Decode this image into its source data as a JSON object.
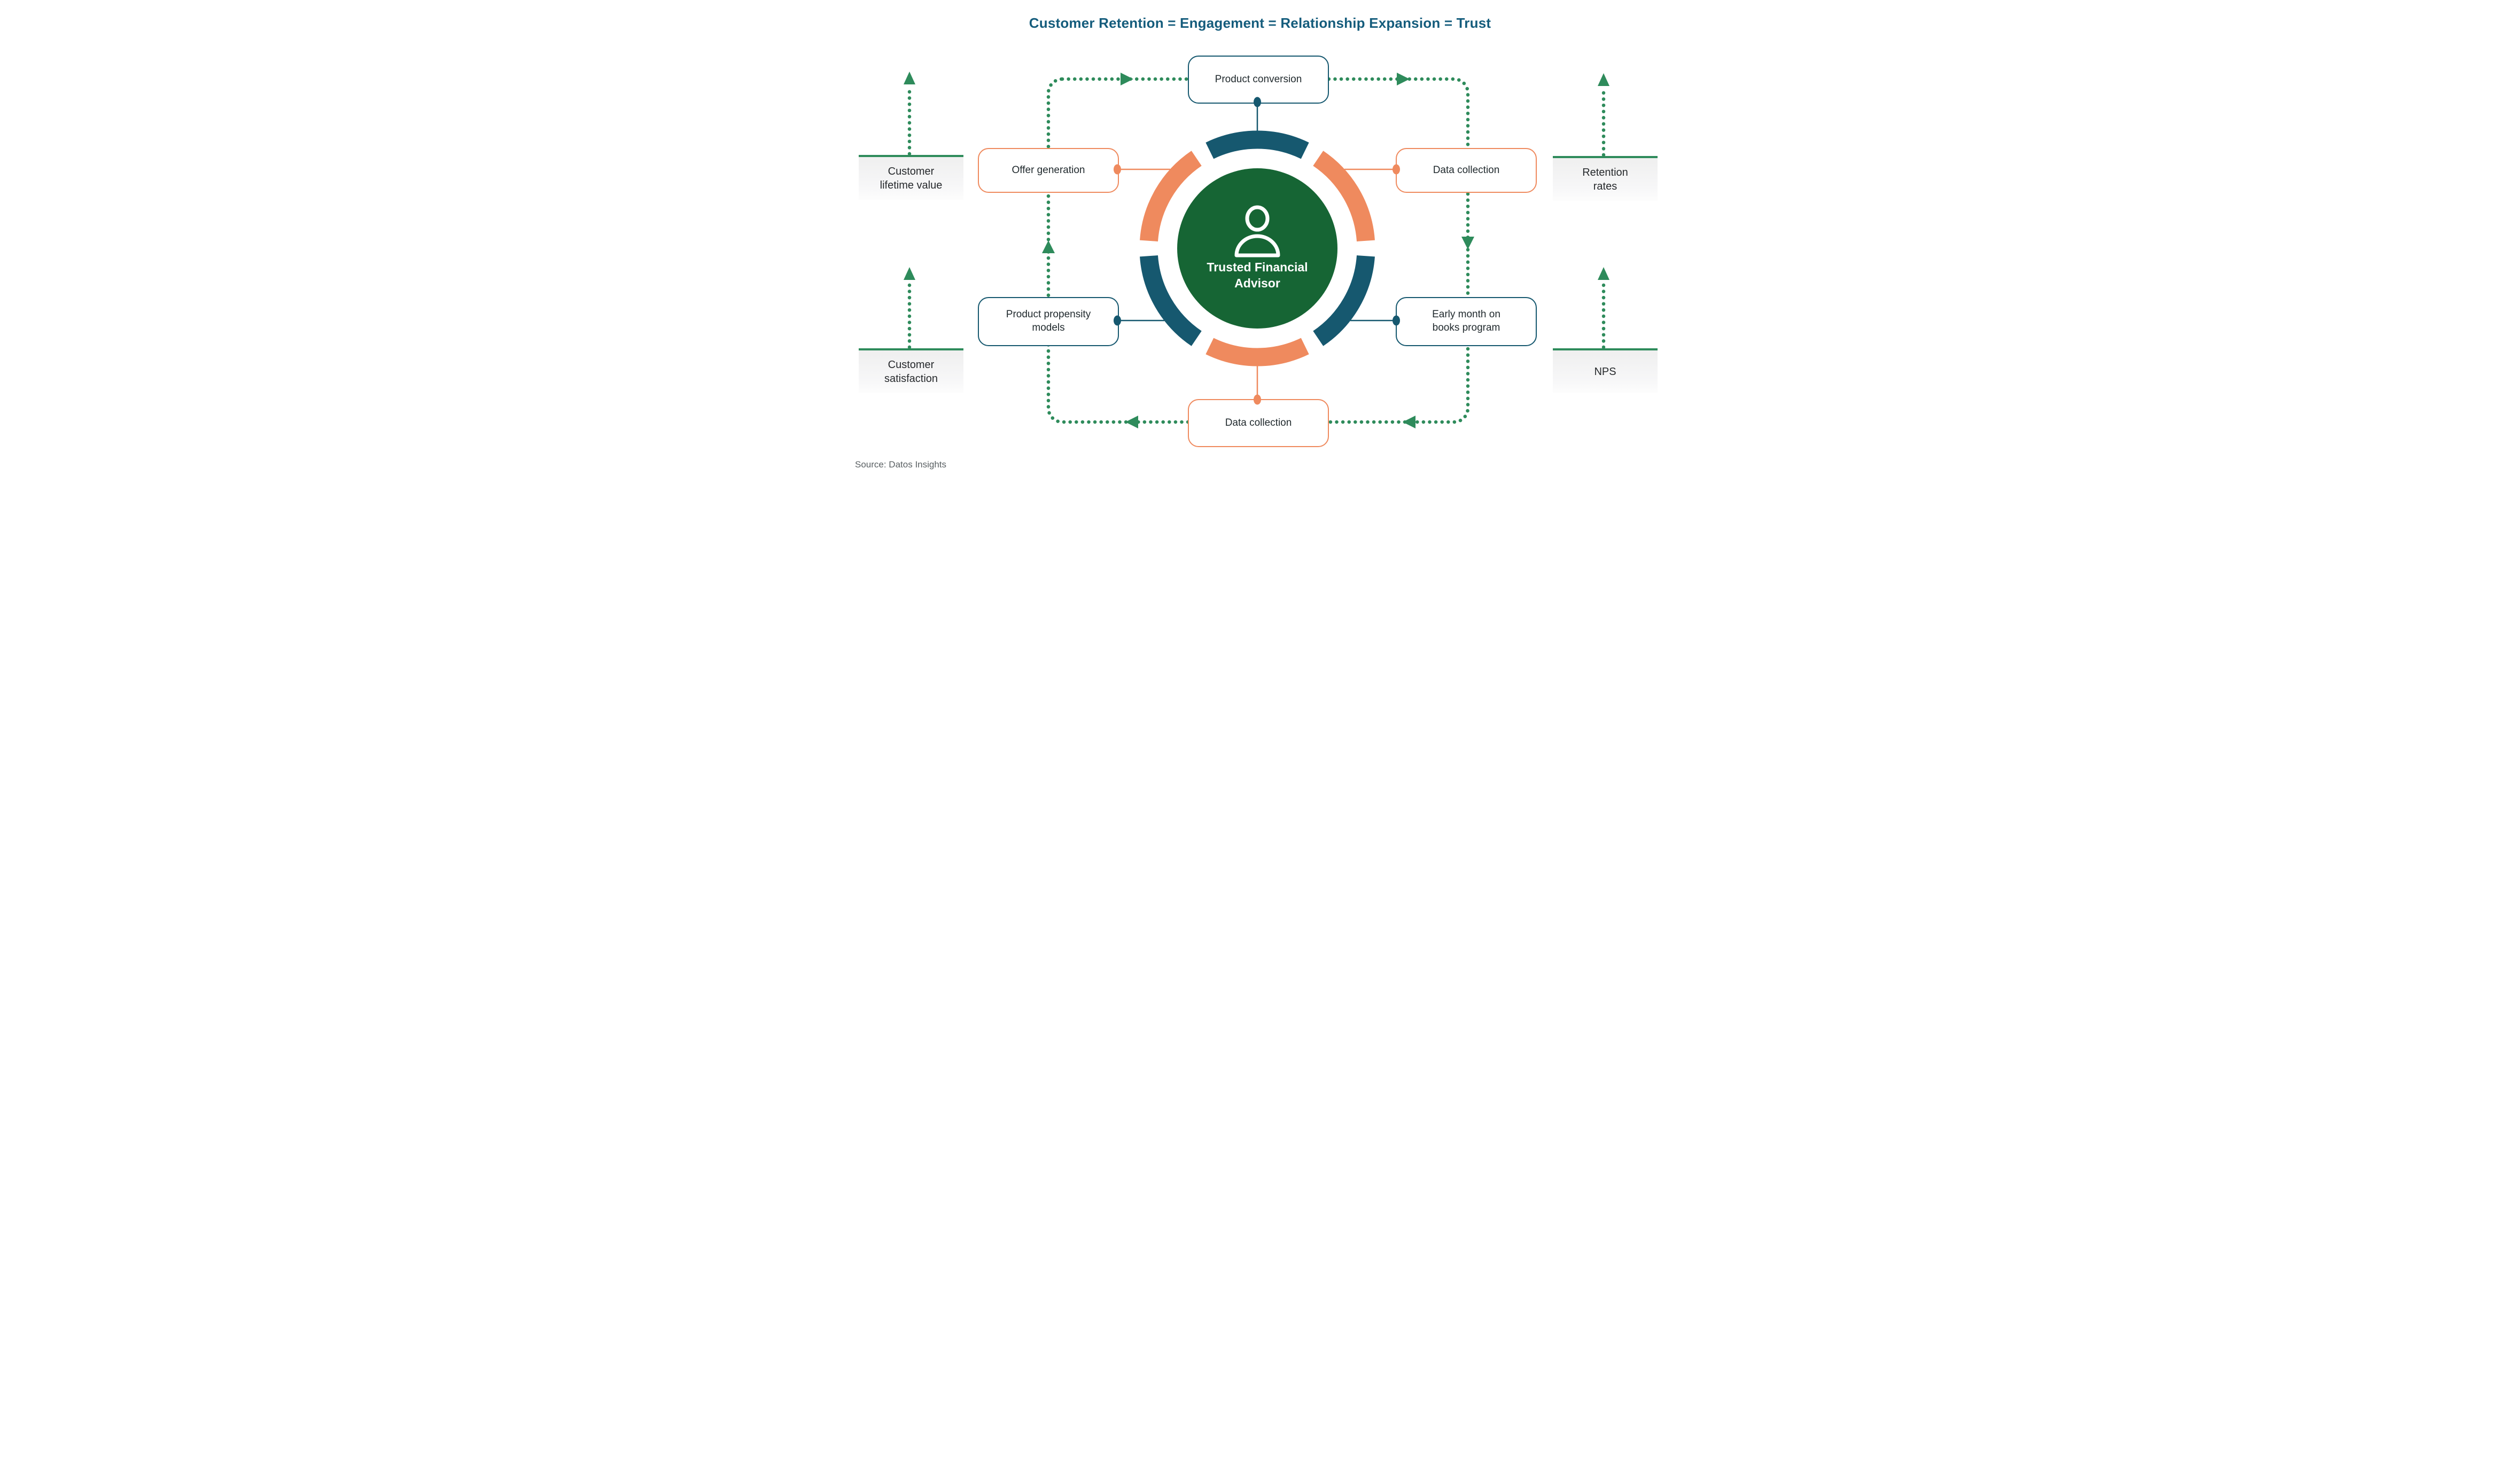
{
  "title": "Customer Retention = Engagement = Relationship Expansion = Trust",
  "center": {
    "icon": "person-icon",
    "line1": "Trusted Financial",
    "line2": "Advisor"
  },
  "ring_boxes": {
    "product_conversion": "Product conversion",
    "offer_generation": "Offer generation",
    "data_collection_top": "Data collection",
    "product_propensity_models": "Product propensity models",
    "early_month_on_books": "Early month on books program",
    "data_collection_bottom": "Data collection"
  },
  "metrics": {
    "customer_lifetime_value": "Customer lifetime value",
    "customer_satisfaction": "Customer satisfaction",
    "retention_rates": "Retention rates",
    "nps": "NPS"
  },
  "source": "Source: Datos Insights",
  "colors": {
    "teal": "#16586F",
    "orange": "#EF8A5E",
    "green_circle": "#166534",
    "green_accent": "#2E8B5B",
    "title": "#145C7C"
  }
}
